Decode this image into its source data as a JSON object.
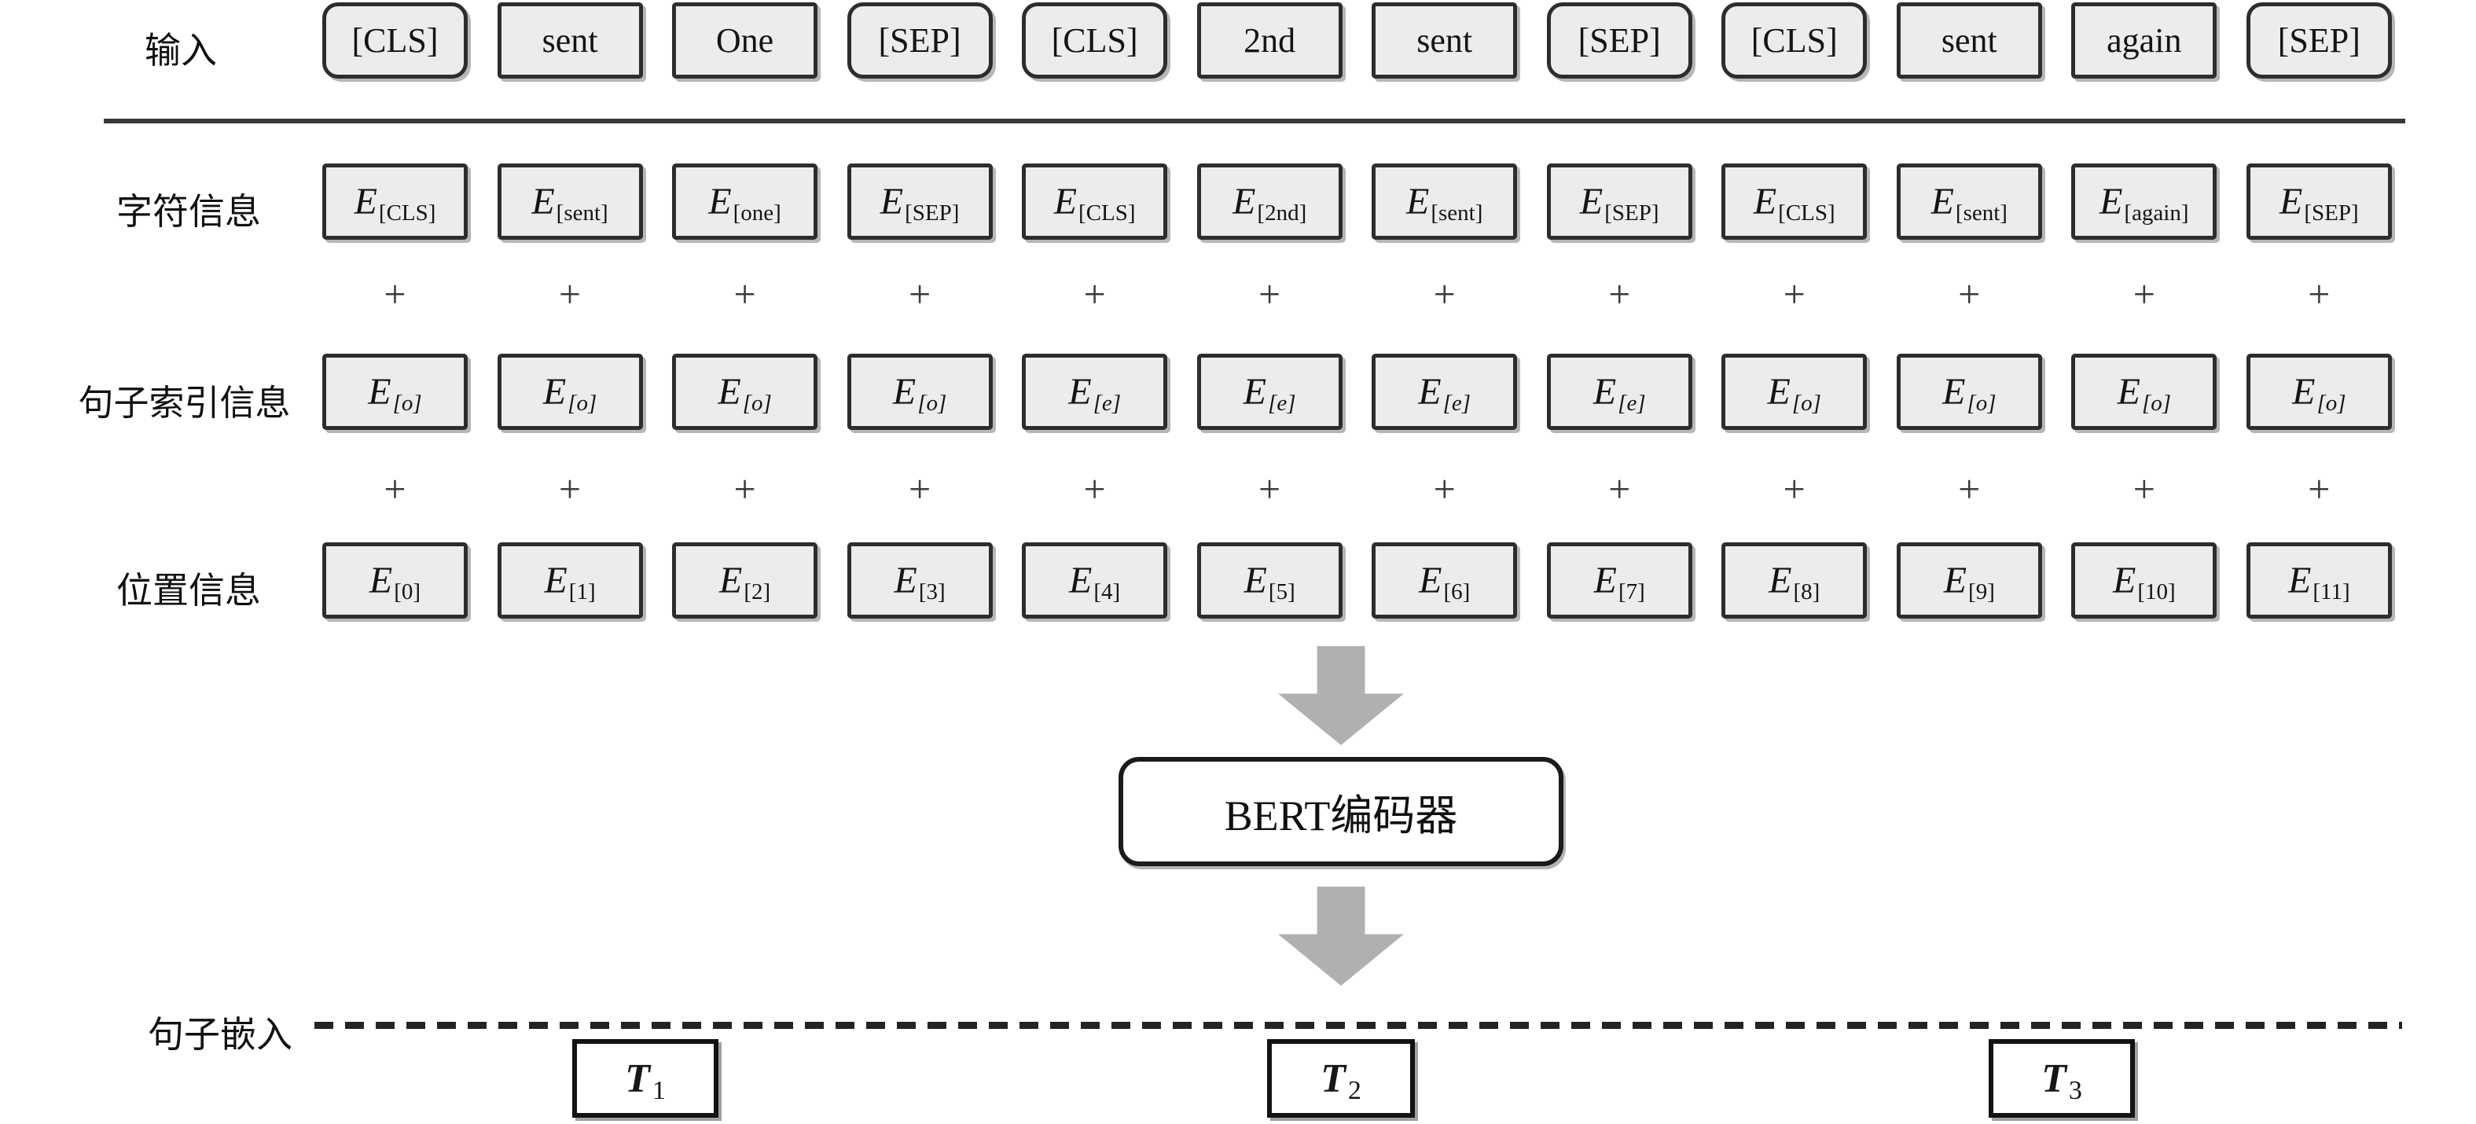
{
  "row_labels": {
    "input": "输入",
    "char": "字符信息",
    "segment": "句子索引信息",
    "position": "位置信息",
    "output": "句子嵌入"
  },
  "plus_sign": "+",
  "e_prefix": "E",
  "encoder_label": "BERT编码器",
  "columns": [
    {
      "input": "[CLS]",
      "special": true,
      "char_sub": "[CLS]",
      "seg_sub": "[o]",
      "pos_sub": "[0]"
    },
    {
      "input": "sent",
      "special": false,
      "char_sub": "[sent]",
      "seg_sub": "[o]",
      "pos_sub": "[1]"
    },
    {
      "input": "One",
      "special": false,
      "char_sub": "[one]",
      "seg_sub": "[o]",
      "pos_sub": "[2]"
    },
    {
      "input": "[SEP]",
      "special": true,
      "char_sub": "[SEP]",
      "seg_sub": "[o]",
      "pos_sub": "[3]"
    },
    {
      "input": "[CLS]",
      "special": true,
      "char_sub": "[CLS]",
      "seg_sub": "[e]",
      "pos_sub": "[4]"
    },
    {
      "input": "2nd",
      "special": false,
      "char_sub": "[2nd]",
      "seg_sub": "[e]",
      "pos_sub": "[5]"
    },
    {
      "input": "sent",
      "special": false,
      "char_sub": "[sent]",
      "seg_sub": "[e]",
      "pos_sub": "[6]"
    },
    {
      "input": "[SEP]",
      "special": true,
      "char_sub": "[SEP]",
      "seg_sub": "[e]",
      "pos_sub": "[7]"
    },
    {
      "input": "[CLS]",
      "special": true,
      "char_sub": "[CLS]",
      "seg_sub": "[o]",
      "pos_sub": "[8]"
    },
    {
      "input": "sent",
      "special": false,
      "char_sub": "[sent]",
      "seg_sub": "[o]",
      "pos_sub": "[9]"
    },
    {
      "input": "again",
      "special": false,
      "char_sub": "[again]",
      "seg_sub": "[o]",
      "pos_sub": "[10]"
    },
    {
      "input": "[SEP]",
      "special": true,
      "char_sub": "[SEP]",
      "seg_sub": "[o]",
      "pos_sub": "[11]"
    }
  ],
  "outputs": [
    {
      "label": "T",
      "sub": "1"
    },
    {
      "label": "T",
      "sub": "2"
    },
    {
      "label": "T",
      "sub": "3"
    }
  ],
  "colors": {
    "box_fill": "#edecea",
    "box_border": "#2d2d2d",
    "arrow_gray": "#b2afaf",
    "line_dark": "#383838"
  }
}
